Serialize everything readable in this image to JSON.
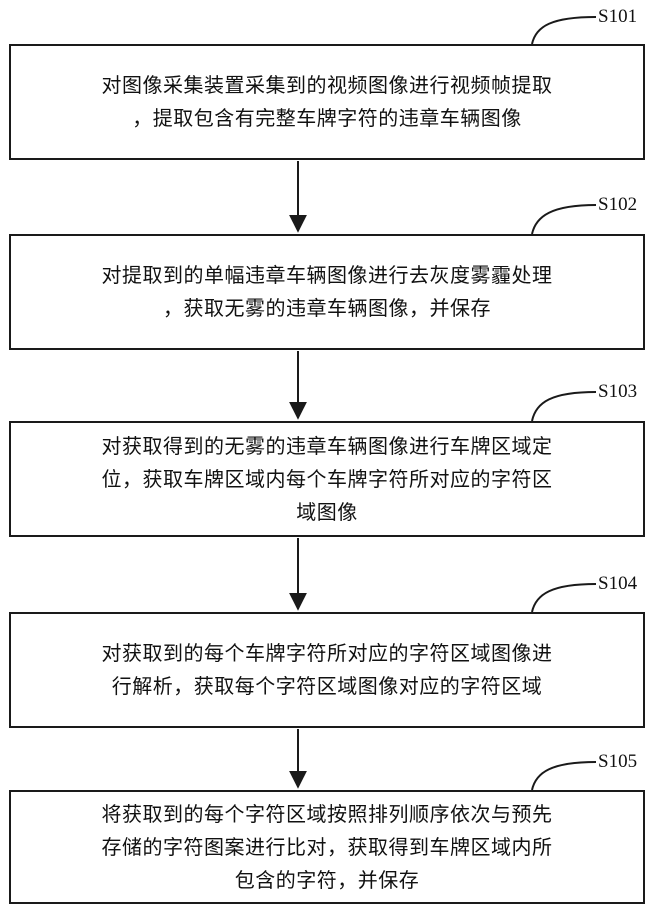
{
  "steps": [
    {
      "label": "S101",
      "lines": [
        "对图像采集装置采集到的视频图像进行视频帧提取",
        "，提取包含有完整车牌字符的违章车辆图像"
      ]
    },
    {
      "label": "S102",
      "lines": [
        "对提取到的单幅违章车辆图像进行去灰度雾霾处理",
        "，获取无雾的违章车辆图像，并保存"
      ]
    },
    {
      "label": "S103",
      "lines": [
        "对获取得到的无雾的违章车辆图像进行车牌区域定",
        "位，获取车牌区域内每个车牌字符所对应的字符区",
        "域图像"
      ]
    },
    {
      "label": "S104",
      "lines": [
        "对获取到的每个车牌字符所对应的字符区域图像进",
        "行解析，获取每个字符区域图像对应的字符区域"
      ]
    },
    {
      "label": "S105",
      "lines": [
        "将获取到的每个字符区域按照排列顺序依次与预先",
        "存储的字符图案进行比对，获取得到车牌区域内所",
        "包含的字符，并保存"
      ]
    }
  ]
}
